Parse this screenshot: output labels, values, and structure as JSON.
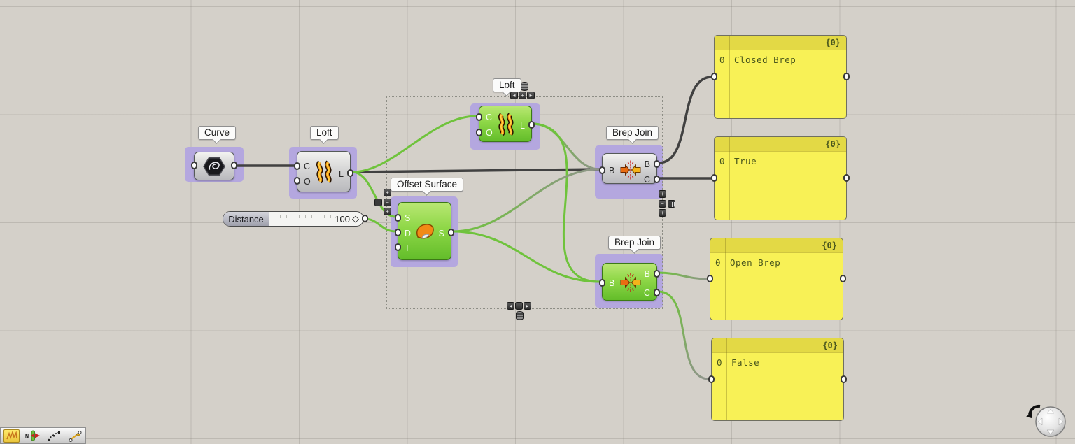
{
  "canvas": {
    "background": "#d4d0c9",
    "grid_line": "#c5c1ba"
  },
  "colors": {
    "group_purple": "#b4a7df",
    "selected_green": "#76c93e",
    "wire_default": "#414141",
    "wire_selected": "#6fc33c",
    "wire_faded_end": "#8f948a",
    "panel_yellow": "#f8f156",
    "panel_header_yellow": "#e3d945"
  },
  "components": {
    "curve": {
      "label": "Curve"
    },
    "loft1": {
      "label": "Loft",
      "inputs": [
        "C",
        "O"
      ],
      "outputs": [
        "L"
      ]
    },
    "loft2": {
      "label": "Loft",
      "inputs": [
        "C",
        "O"
      ],
      "outputs": [
        "L"
      ]
    },
    "offset_surface": {
      "label": "Offset Surface",
      "inputs": [
        "S",
        "D",
        "T"
      ],
      "outputs": [
        "S"
      ]
    },
    "brep_join1": {
      "label": "Brep Join",
      "inputs": [
        "B"
      ],
      "outputs": [
        "B",
        "C"
      ]
    },
    "brep_join2": {
      "label": "Brep Join",
      "inputs": [
        "B"
      ],
      "outputs": [
        "B",
        "C"
      ]
    }
  },
  "slider": {
    "label": "Distance",
    "value": "100",
    "handle": "◇"
  },
  "panels": [
    {
      "header": "{0}",
      "index": "0",
      "text": "Closed Brep"
    },
    {
      "header": "{0}",
      "index": "0",
      "text": "True"
    },
    {
      "header": "{0}",
      "index": "0",
      "text": "Open Brep"
    },
    {
      "header": "{0}",
      "index": "0",
      "text": "False"
    }
  ],
  "widgets": {
    "plus": "+",
    "minus": "−",
    "left": "◂",
    "right": "▸"
  },
  "toolbar_icons": [
    "sketch-toggle-icon",
    "move-vector-icon",
    "sketch-curve-icon",
    "line-arrow-icon"
  ]
}
